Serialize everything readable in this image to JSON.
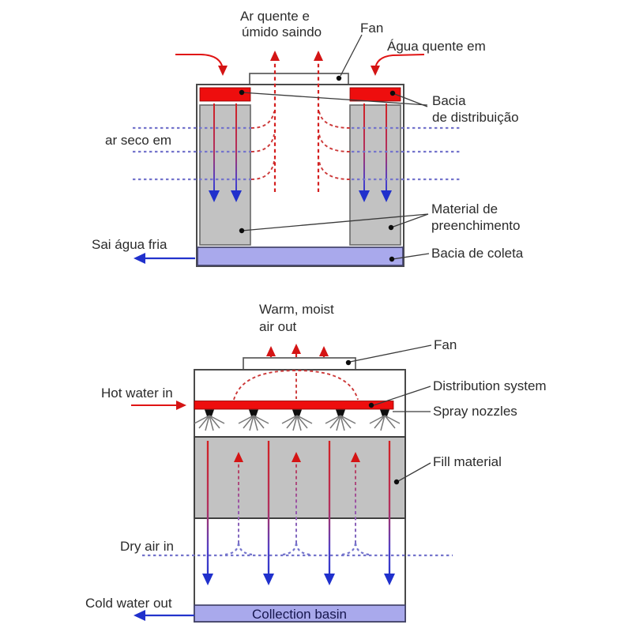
{
  "top": {
    "labels": {
      "air_out1": "Ar quente e",
      "air_out2": "úmido saindo",
      "fan": "Fan",
      "hot_water": "Água quente em",
      "dist1": "Bacia",
      "dist2": "de distribuição",
      "dry_air": "ar seco em",
      "fill1": "Material de",
      "fill2": "preenchimento",
      "cold_water": "Sai água fria",
      "basin": "Bacia de coleta"
    }
  },
  "bottom": {
    "labels": {
      "air_out1": "Warm, moist",
      "air_out2": "air out",
      "fan": "Fan",
      "hot_water": "Hot water in",
      "dist": "Distribution system",
      "spray": "Spray nozzles",
      "fill": "Fill material",
      "dry_air": "Dry air in",
      "cold_water": "Cold water out",
      "basin": "Collection basin"
    }
  },
  "colors": {
    "hot_red": "#ee0e0e",
    "air_red_dashed": "#cc3838",
    "air_blue_dashed": "#7474cc",
    "water_blue": "#2233cc",
    "basin_fill": "#a9a9ec",
    "fill_gray": "#c2c2c2",
    "outline": "#4a4a4a",
    "label_text": "#2b2b2b"
  }
}
